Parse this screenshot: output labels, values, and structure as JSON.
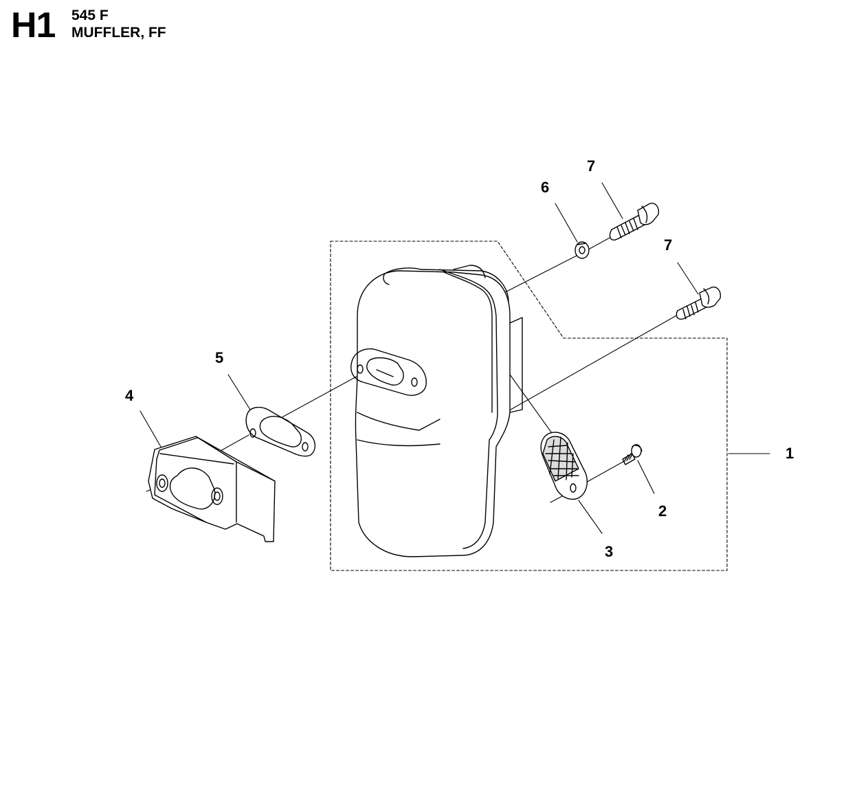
{
  "header": {
    "section_code": "H1",
    "model": "545 F",
    "title": "MUFFLER, FF"
  },
  "callouts": {
    "c1": "1",
    "c2": "2",
    "c3": "3",
    "c4": "4",
    "c5": "5",
    "c6": "6",
    "c7a": "7",
    "c7b": "7"
  }
}
